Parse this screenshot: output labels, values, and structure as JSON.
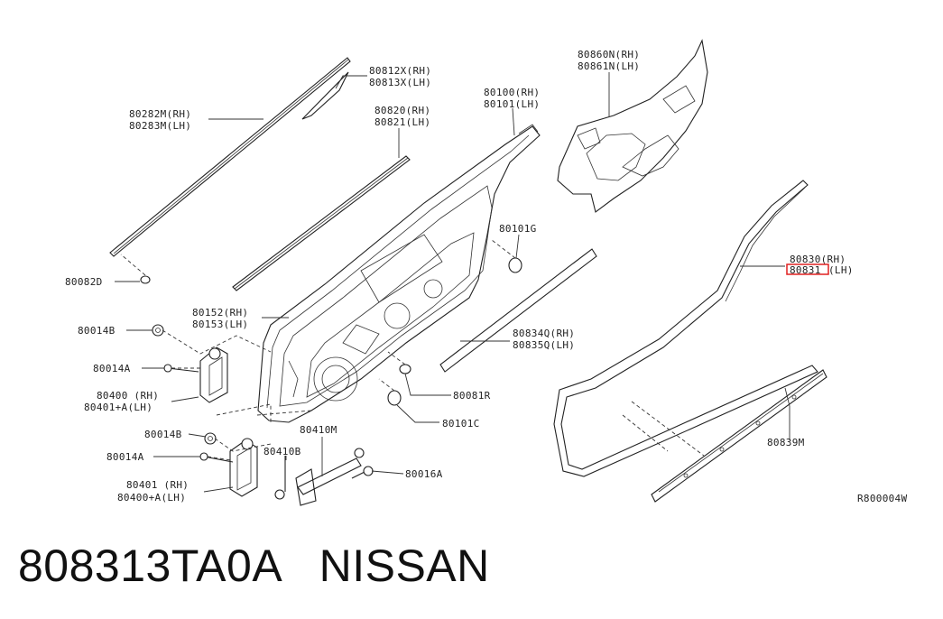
{
  "labels": {
    "p80812": "80812X(RH)",
    "p80813": "80813X(LH)",
    "p80282": "80282M(RH)",
    "p80283": "80283M(LH)",
    "p80820": "80820(RH)",
    "p80821": "80821(LH)",
    "p80100": "80100(RH)",
    "p80101": "80101(LH)",
    "p80860": "80860N(RH)",
    "p80861": "80861N(LH)",
    "p80101g": "80101G",
    "p80082": "80082D",
    "p80830": "80830(RH)",
    "p80831_part": "80831",
    "p80831_side": "(LH)",
    "p80152": "80152(RH)",
    "p80153": "80153(LH)",
    "p80834": "80834Q(RH)",
    "p80835": "80835Q(LH)",
    "p80014b_1": "80014B",
    "p80014a_1": "80014A",
    "p80400": "80400 (RH)",
    "p80401a": "80401+A(LH)",
    "p80081": "80081R",
    "p80101c": "80101C",
    "p80014b_2": "80014B",
    "p80014a_2": "80014A",
    "p80410m": "80410M",
    "p80410b": "80410B",
    "p80016": "80016A",
    "p80401": "80401 (RH)",
    "p80400a": "80400+A(LH)",
    "p80839": "80839M",
    "ref": "R800004W"
  },
  "highlight": {
    "part": "80831",
    "color": "#e02020"
  },
  "caption": "808313TA0A   NISSAN"
}
